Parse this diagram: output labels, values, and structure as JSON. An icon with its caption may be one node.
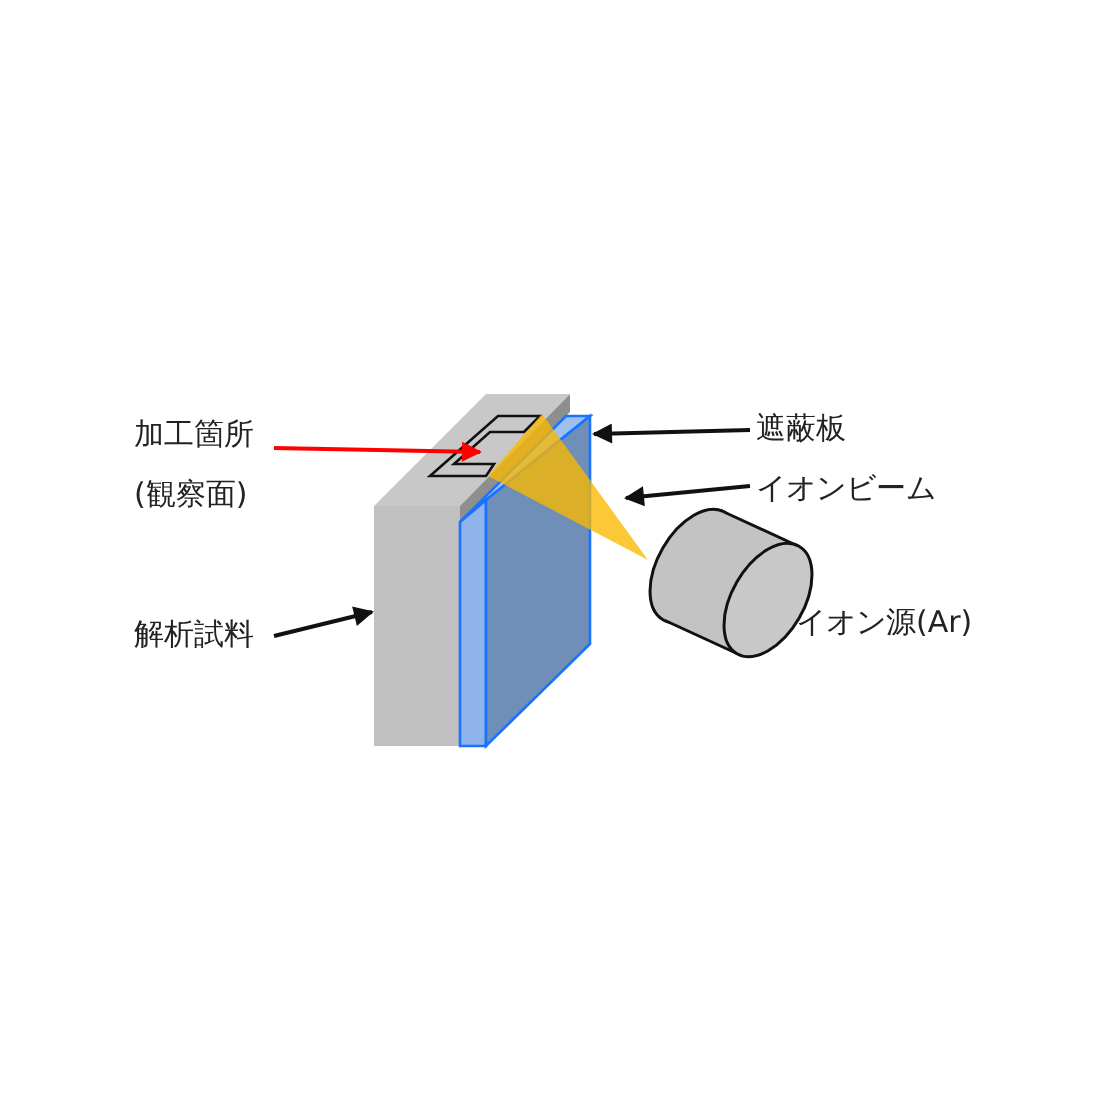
{
  "diagram": {
    "nodes": [
      {
        "text": [
          "加工箇所(観察面)"
        ]
      },
      {
        "text": [
          "遮蔽板"
        ]
      },
      {
        "text": [
          "イオンビーム"
        ]
      },
      {
        "text": [
          "解析試料"
        ]
      },
      {
        "text": [],
        "shape": "box",
        "in": 7
      },
      {
        "text": [],
        "shape": "box"
      },
      {
        "text": [],
        "shape": "triangle"
      },
      {
        "text": [],
        "shape": "box"
      }
    ],
    "edges": [
      {
        "from": 0,
        "to": 4,
        "arrow": "to",
        "color": "#ff0000"
      },
      {
        "from": 1,
        "to": 5,
        "arrow": "to"
      },
      {
        "from": 2,
        "to": 6,
        "arrow": "to"
      },
      {
        "from": 3,
        "to": 7,
        "arrow": "to"
      }
    ],
    "labels": [
      "イオン源(Ar)"
    ]
  }
}
